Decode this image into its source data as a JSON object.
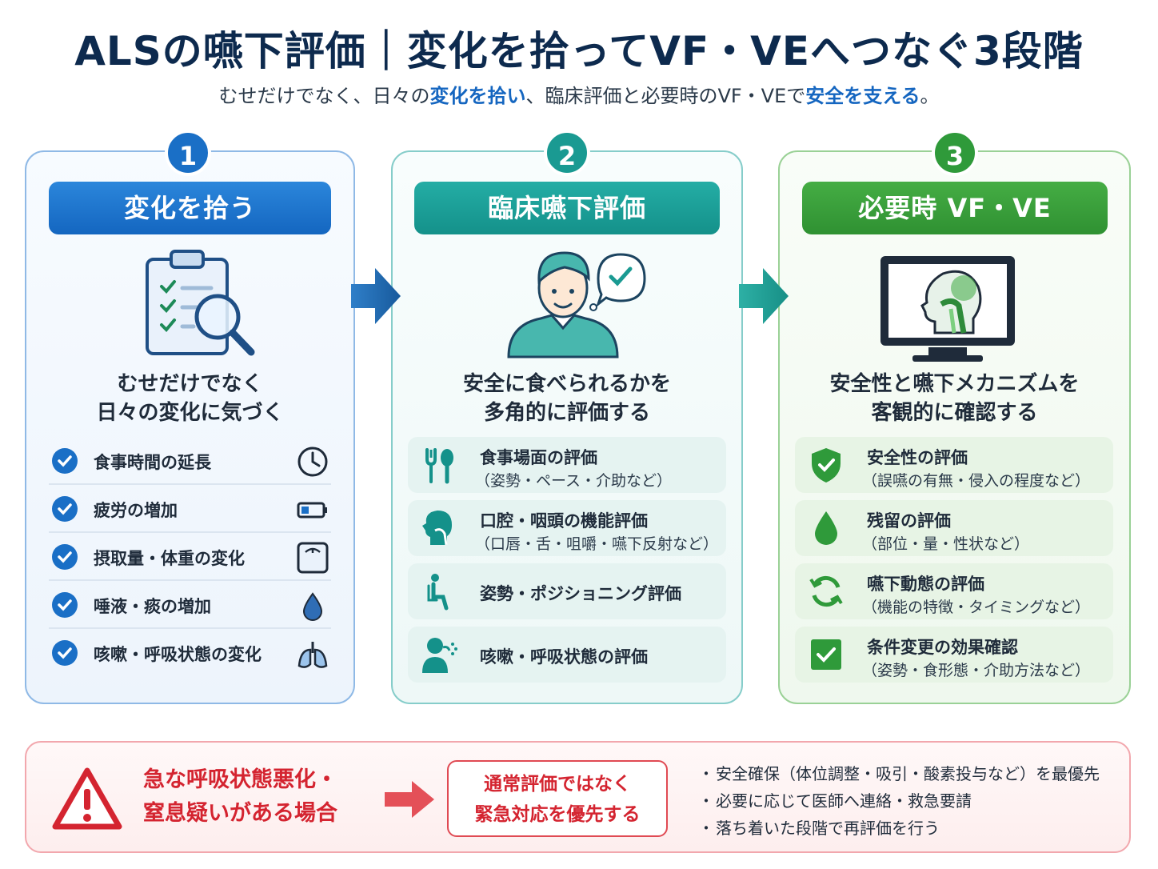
{
  "title": "ALSの嚥下評価｜変化を拾ってVF・VEへつなぐ3段階",
  "subtitle": {
    "p1": "むせだけでなく、日々の",
    "h1": "変化を拾い",
    "p2": "、臨床評価と必要時のVF・VEで",
    "h2": "安全を支える",
    "p3": "。"
  },
  "steps": [
    {
      "number": "1",
      "heading": "変化を拾う",
      "desc": [
        "むせだけでなく",
        "日々の変化に気づく"
      ],
      "icon": "clipboard-magnifier-icon",
      "items": [
        {
          "label": "食事時間の延長",
          "icon": "clock-icon"
        },
        {
          "label": "疲労の増加",
          "icon": "battery-low-icon"
        },
        {
          "label": "摂取量・体重の変化",
          "icon": "scale-icon"
        },
        {
          "label": "唾液・痰の増加",
          "icon": "droplet-icon"
        },
        {
          "label": "咳嗽・呼吸状態の変化",
          "icon": "lungs-icon"
        }
      ]
    },
    {
      "number": "2",
      "heading": "臨床嚥下評価",
      "desc": [
        "安全に食べられるかを",
        "多角的に評価する"
      ],
      "icon": "person-speech-check-icon",
      "items": [
        {
          "title": "食事場面の評価",
          "detail": "（姿勢・ペース・介助など）",
          "icon": "fork-spoon-icon"
        },
        {
          "title": "口腔・咽頭の機能評価",
          "detail": "（口唇・舌・咀嚼・嚥下反射など）",
          "icon": "head-throat-icon"
        },
        {
          "title": "姿勢・ポジショニング評価",
          "detail": "",
          "icon": "seated-person-icon"
        },
        {
          "title": "咳嗽・呼吸状態の評価",
          "detail": "",
          "icon": "coughing-person-icon"
        }
      ]
    },
    {
      "number": "3",
      "heading": "必要時 VF・VE",
      "desc": [
        "安全性と嚥下メカニズムを",
        "客観的に確認する"
      ],
      "icon": "monitor-xray-head-icon",
      "items": [
        {
          "title": "安全性の評価",
          "detail": "（誤嚥の有無・侵入の程度など）",
          "icon": "shield-check-icon"
        },
        {
          "title": "残留の評価",
          "detail": "（部位・量・性状など）",
          "icon": "droplet-icon"
        },
        {
          "title": "嚥下動態の評価",
          "detail": "（機能の特徴・タイミングなど）",
          "icon": "cycle-arrows-icon"
        },
        {
          "title": "条件変更の効果確認",
          "detail": "（姿勢・食形態・介助方法など）",
          "icon": "checkbox-icon"
        }
      ]
    }
  ],
  "alert": {
    "condition": [
      "急な呼吸状態悪化・",
      "窒息疑いがある場合"
    ],
    "action": [
      "通常評価ではなく",
      "緊急対応を優先する"
    ],
    "bullets": [
      "安全確保（体位調整・吸引・酸素投与など）を最優先",
      "必要に応じて医師へ連絡・救急要請",
      "落ち着いた段階で再評価を行う"
    ]
  },
  "colors": {
    "navy": "#0d2a4e",
    "blue": "#1566c0",
    "teal": "#1a9a92",
    "green": "#2f9a3a",
    "red": "#d42430"
  }
}
